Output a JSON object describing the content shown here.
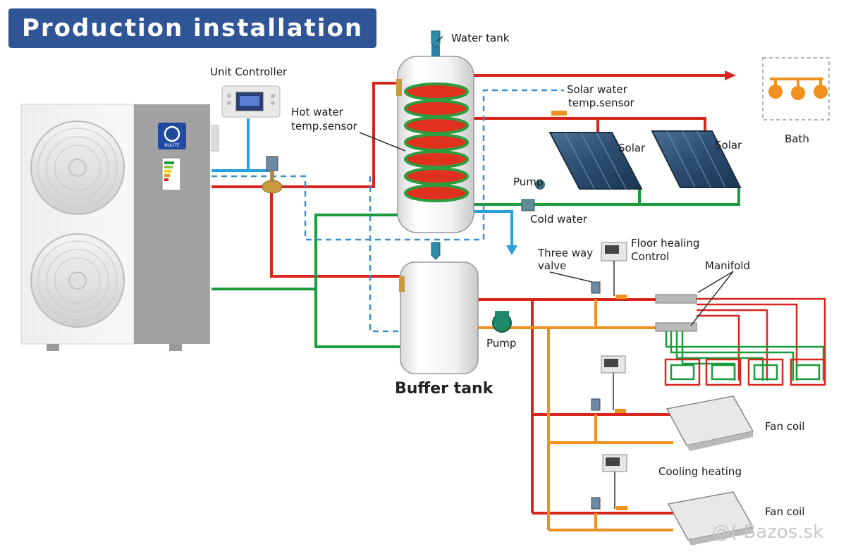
{
  "title": "Production installation",
  "labels": {
    "unit_controller": "Unit Controller",
    "water_tank": "Water tank",
    "hot_water_sensor_line1": "Hot water",
    "hot_water_sensor_line2": "temp.sensor",
    "solar_sensor_line1": "Solar water",
    "solar_sensor_line2": "temp.sensor",
    "bath": "Bath",
    "solar_1": "Solar",
    "solar_2": "Solar",
    "pump_top": "Pump",
    "cold_water": "Cold water",
    "three_way_line1": "Three way",
    "three_way_line2": "valve",
    "floor_heating_line1": "Floor healing",
    "floor_heating_line2": "Control",
    "manifold": "Manifold",
    "buffer_tank": "Buffer tank",
    "pump_bottom": "Pump",
    "fan_coil_1": "Fan coil",
    "cooling_heating": "Cooling heating",
    "fan_coil_2": "Fan coil",
    "brand": "NULITE"
  },
  "watermark": "@( Bazos.sk",
  "colors": {
    "hot_pipe": "#d9261c",
    "return_pipe": "#1a9b3c",
    "cold_pipe": "#2aa0dc",
    "signal_line": "#3a8fd0",
    "orange_pipe": "#f0901e",
    "banner": "#2f5597"
  }
}
